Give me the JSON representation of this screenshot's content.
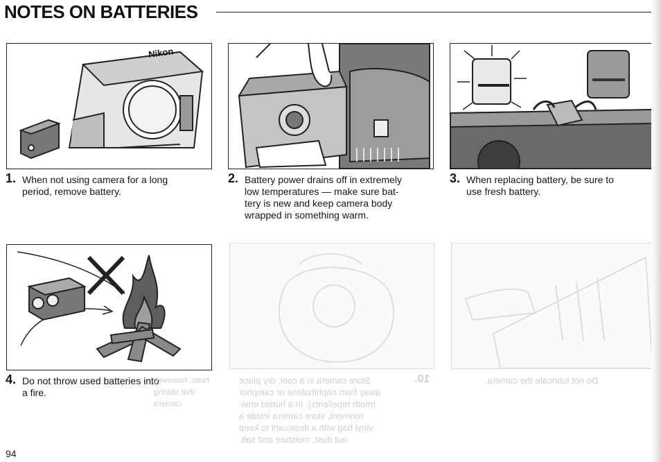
{
  "page": {
    "title": "NOTES ON BATTERIES",
    "page_number": "94"
  },
  "notes": [
    {
      "number": "1.",
      "text": "When not using camera for a long\nperiod, remove battery."
    },
    {
      "number": "2.",
      "text": "Battery power drains off in extremely\nlow temperatures — make sure bat-\ntery is new and keep camera body\nwrapped in something warm."
    },
    {
      "number": "3.",
      "text": "When replacing battery, be sure to\nuse fresh battery."
    },
    {
      "number": "4.",
      "text": "Do not throw used batteries into\na fire."
    }
  ],
  "illustrations": [
    {
      "icon": "camera-with-battery-removed-icon"
    },
    {
      "icon": "camera-in-bag-cold-icon"
    },
    {
      "icon": "fresh-battery-replacement-icon"
    },
    {
      "icon": "battery-fire-prohibited-icon"
    }
  ],
  "camera_brand": "Nikon",
  "bleed_through": [
    "Store camera in a cool, dry place\naway from naphthalene or camphor\n(moth repellents). In a humid envi-\nronment, store camera inside a\nvinyl bag with a desiccant to keep\nout dust, moisture and salt.",
    "Do not lubricate the camera.",
    "Note, however, that storing camera\ncase in a vinyl bag may cause it to\ndeteriorate."
  ],
  "bleed_through_number": "10.",
  "colors": {
    "ink": "#111111",
    "paper": "#ffffff",
    "ghost": "#cfcfcf"
  }
}
